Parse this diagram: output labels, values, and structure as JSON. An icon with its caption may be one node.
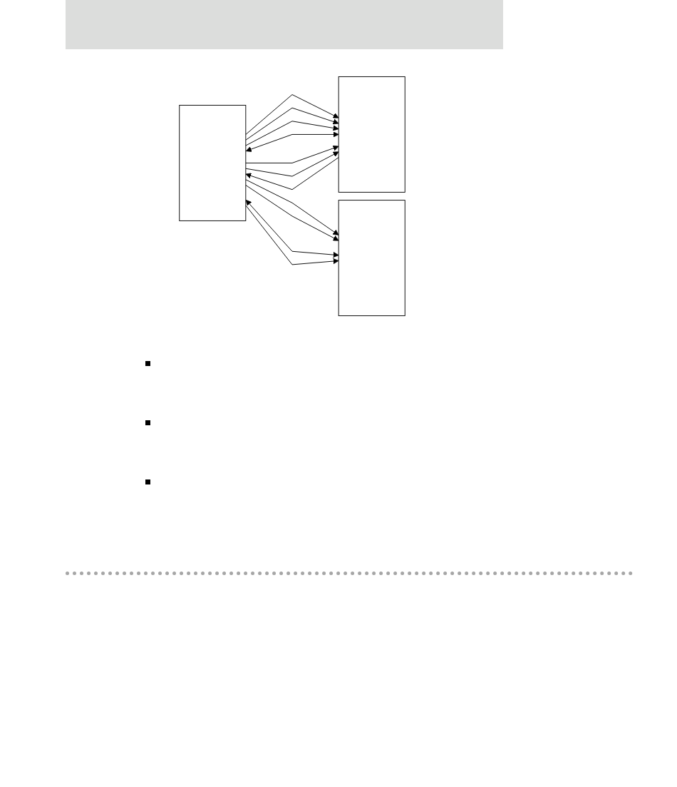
{
  "diagram": {
    "nodes": [
      {
        "text": [],
        "shape": "box"
      },
      {
        "text": [],
        "shape": "box"
      },
      {
        "text": [],
        "shape": "box"
      }
    ],
    "edges": [
      {
        "from": 1,
        "to": 0,
        "arrow": "to"
      },
      {
        "from": 0,
        "to": 1,
        "arrow": "to"
      },
      {
        "from": 0,
        "to": 1,
        "arrow": "to"
      },
      {
        "from": 0,
        "to": 1,
        "arrow": "to"
      },
      {
        "from": 0,
        "to": 1,
        "arrow": "both"
      },
      {
        "from": 0,
        "to": 1,
        "arrow": "to"
      },
      {
        "from": 0,
        "to": 1,
        "arrow": "to"
      },
      {
        "from": 0,
        "to": 2,
        "arrow": "to"
      },
      {
        "from": 0,
        "to": 2,
        "arrow": "to"
      },
      {
        "from": 0,
        "to": 2,
        "arrow": "both"
      },
      {
        "from": 0,
        "to": 2,
        "arrow": "to"
      }
    ]
  }
}
